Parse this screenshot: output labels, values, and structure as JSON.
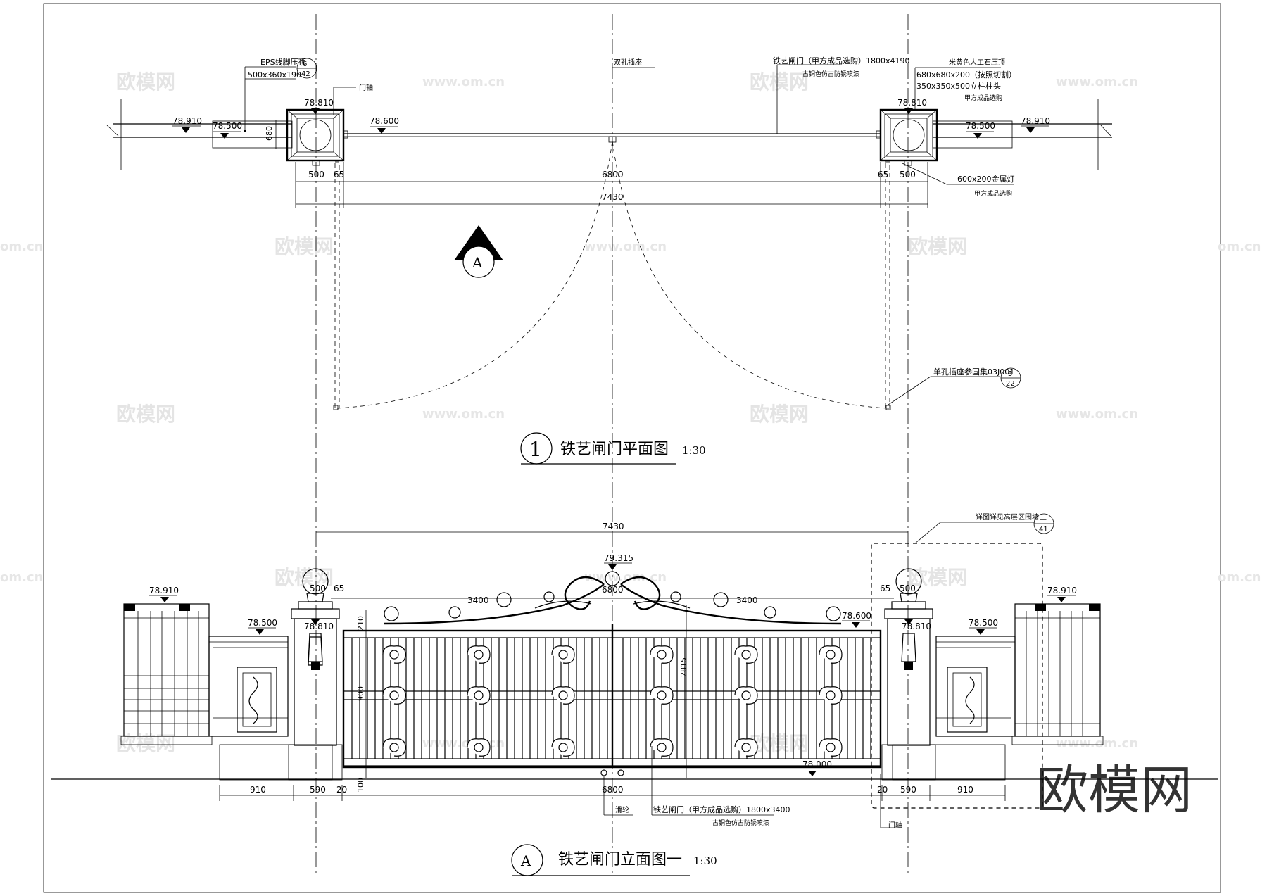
{
  "plan": {
    "title_number": "1",
    "title": "铁艺闸门平面图",
    "scale": "1:30",
    "section_marker": "A",
    "elevations": {
      "left_outer": "78.910",
      "left_inner": "78.500",
      "left_pillar": "78.810",
      "gate": "78.600",
      "right_pillar": "78.810",
      "right_inner": "78.500",
      "right_outer": "78.910"
    },
    "dims": {
      "left_500": "500",
      "left_65": "65",
      "span_6800": "6800",
      "span_7430": "7430",
      "right_65": "65",
      "right_500": "500",
      "depth_680": "680"
    },
    "notes": {
      "eps_title": "EPS线脚压顶",
      "eps_size": "500x360x190",
      "eps_ref_top": "6",
      "eps_ref_bottom": "42",
      "hinge": "门轴",
      "double_socket": "双孔插座",
      "gate_spec": "铁艺闸门（甲方成品选购）1800x4190",
      "gate_finish": "古铜色仿古防锈喷漆",
      "stone_title": "米黄色人工石压顶",
      "stone_size": "680x680x200（按照切割）",
      "post_cap": "350x350x500立柱柱头",
      "post_cap_sub": "甲方成品选购",
      "lamp": "600x200金属灯",
      "lamp_sub": "甲方成品选购",
      "single_socket": "单孔插座参国集03J001",
      "single_ref_top": "3",
      "single_ref_bottom": "22"
    }
  },
  "elevation": {
    "title_marker": "A",
    "title": "铁艺闸门立面图一",
    "scale": "1:30",
    "elevations": {
      "left_wall": "78.910",
      "left_mid": "78.500",
      "left_pillar": "78.810",
      "top_crest": "79.315",
      "gate_top": "78.600",
      "right_pillar": "78.810",
      "right_mid": "78.500",
      "right_wall": "78.910",
      "ground": "78.000"
    },
    "dims": {
      "top_7430": "7430",
      "top_6800": "6800",
      "left_3400": "3400",
      "right_3400": "3400",
      "left_500": "500",
      "left_65": "65",
      "right_65": "65",
      "right_500": "500",
      "h_210": "210",
      "h_900": "900",
      "h_2815": "2815",
      "h_100": "100",
      "b_910_left": "910",
      "b_590_left": "590",
      "b_20_left": "20",
      "b_6800": "6800",
      "b_20_right": "20",
      "b_590_right": "590",
      "b_910_right": "910"
    },
    "notes": {
      "detail_ref_text": "详图详见高层区围墙",
      "detail_ref_top": "—",
      "detail_ref_bottom": "41",
      "pulley": "滑轮",
      "gate_spec": "铁艺闸门（甲方成品选购）1800x3400",
      "gate_finish": "古铜色仿古防锈喷漆",
      "hinge": "门轴"
    }
  },
  "watermarks": {
    "cn": "欧模网",
    "url": "www.om.cn",
    "url_short": "om.cn",
    "brand": "欧模网"
  }
}
